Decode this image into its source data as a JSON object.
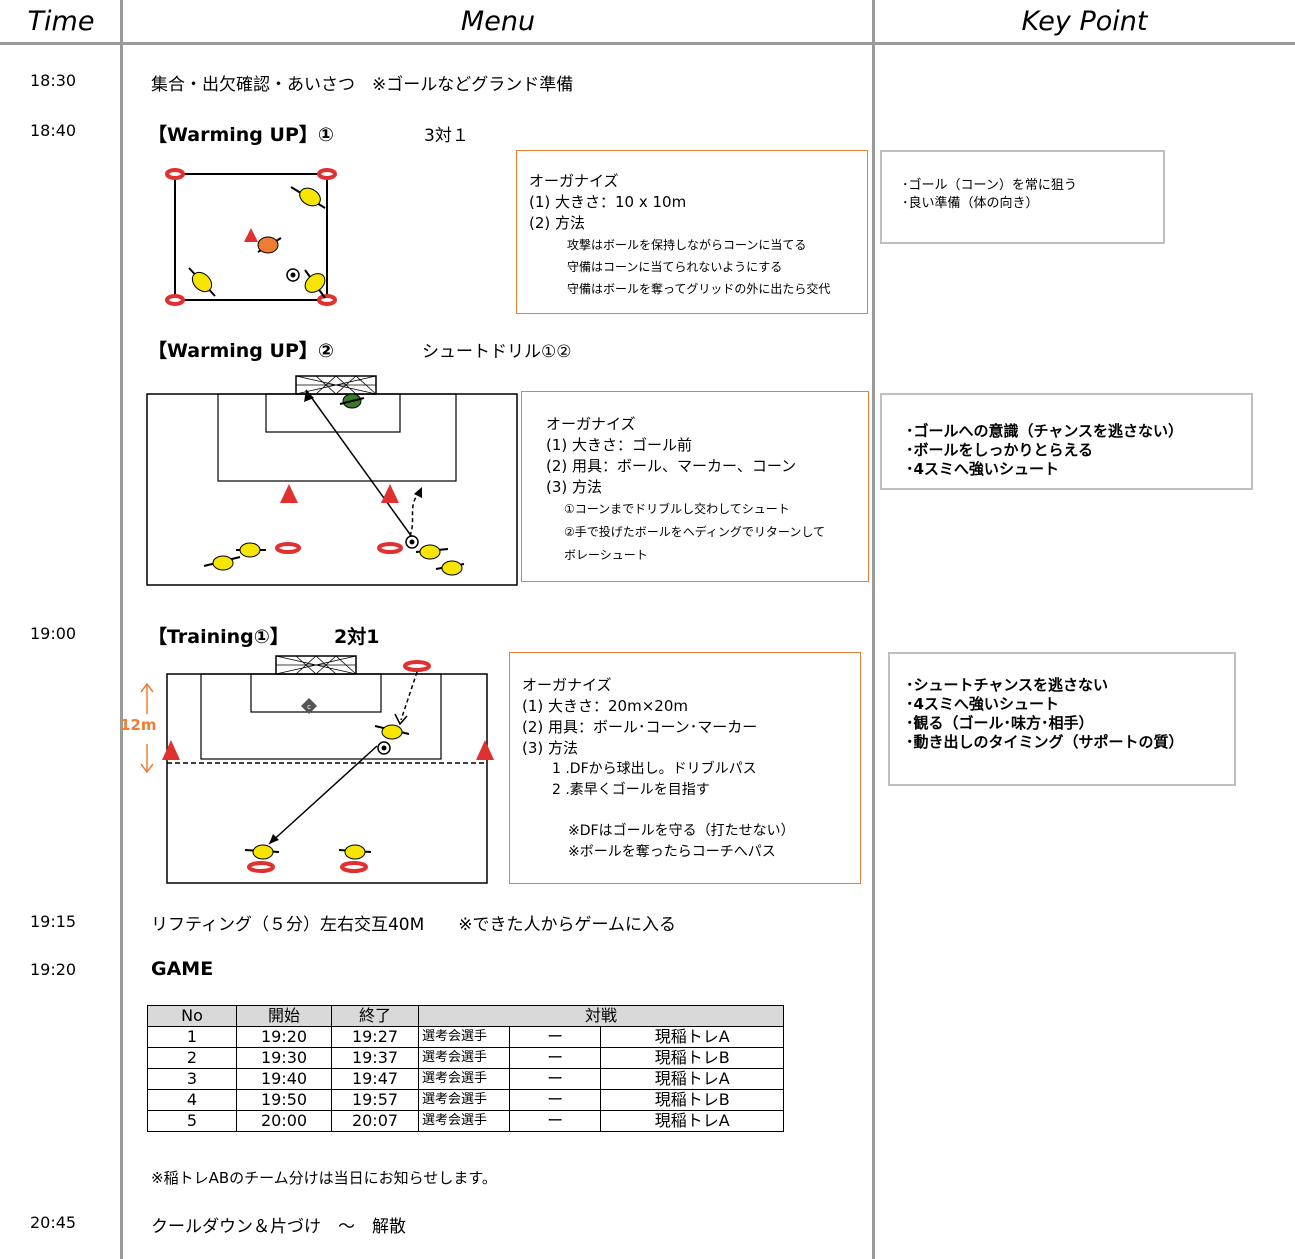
{
  "header": {
    "time": "Time",
    "menu": "Menu",
    "key_point": "Key Point"
  },
  "rows": [
    {
      "time": "18:30",
      "text": "集合・出欠確認・あいさつ　※ゴールなどグランド準備"
    },
    {
      "time": "18:40"
    },
    {
      "time": "19:00"
    },
    {
      "time": "19:15",
      "text": "リフティング（５分）左右交互40M　　※できた人からゲームに入る"
    },
    {
      "time": "19:20"
    },
    {
      "time": "20:45",
      "text": "クールダウン＆片づけ　～　解散"
    }
  ],
  "warmup1": {
    "title": "【Warming UP】①",
    "subtitle": "3対１",
    "organize": [
      "オーガナイズ",
      "(1) 大きさ：10 x 10m",
      "(2) 方法"
    ],
    "method": [
      "攻撃はボールを保持しながらコーンに当てる",
      "守備はコーンに当てられないようにする",
      "守備はボールを奪ってグリッドの外に出たら交代"
    ],
    "key_points": [
      "･ゴール（コーン）を常に狙う",
      "･良い準備（体の向き）"
    ]
  },
  "warmup2": {
    "title": "【Warming UP】②",
    "subtitle": "シュートドリル①②",
    "organize": [
      "オーガナイズ",
      "(1) 大きさ：ゴール前",
      "(2) 用具：ボール、マーカー、コーン",
      "(3) 方法"
    ],
    "method": [
      "①コーンまでドリブルし交わしてシュート",
      "②手で投げたボールをヘディングでリターンして",
      "ボレーシュート"
    ],
    "key_points": [
      "･ゴールへの意識（チャンスを逃さない）",
      "･ボールをしっかりとらえる",
      "･4スミへ強いシュート"
    ]
  },
  "training1": {
    "title": "【Training①】",
    "subtitle": "2対1",
    "dimension_label": "12m",
    "cone_label": "c",
    "organize": [
      "オーガナイズ",
      "(1) 大きさ：20m×20m",
      "(2) 用具：ボール･コーン･マーカー",
      "(3) 方法"
    ],
    "method": [
      "1 .DFから球出し。ドリブルパス",
      "2 .素早くゴールを目指す"
    ],
    "notes": [
      "※DFはゴールを守る（打たせない）",
      "※ボールを奪ったらコーチへパス"
    ],
    "key_points": [
      "･シュートチャンスを逃さない",
      "･4スミへ強いシュート",
      "･観る（ゴール･味方･相手）",
      "･動き出しのタイミング（サポートの質）"
    ]
  },
  "game": {
    "title": "GAME",
    "headers": [
      "No",
      "開始",
      "終了",
      "対戦"
    ],
    "rows": [
      [
        "1",
        "19:20",
        "19:27",
        "選考会選手",
        "ー",
        "現稲トレA"
      ],
      [
        "2",
        "19:30",
        "19:37",
        "選考会選手",
        "ー",
        "現稲トレB"
      ],
      [
        "3",
        "19:40",
        "19:47",
        "選考会選手",
        "ー",
        "現稲トレA"
      ],
      [
        "4",
        "19:50",
        "19:57",
        "選考会選手",
        "ー",
        "現稲トレB"
      ],
      [
        "5",
        "20:00",
        "20:07",
        "選考会選手",
        "ー",
        "現稲トレA"
      ]
    ],
    "note": "※稲トレABのチーム分けは当日にお知らせします。"
  },
  "colors": {
    "accent_orange": "#ed7d31",
    "cone_red": "#e03030",
    "player_yellow": "#f5e500",
    "defender_orange": "#ed7d31",
    "keeper_green": "#3a7a2a",
    "grid_gray": "#9a9a9a"
  }
}
